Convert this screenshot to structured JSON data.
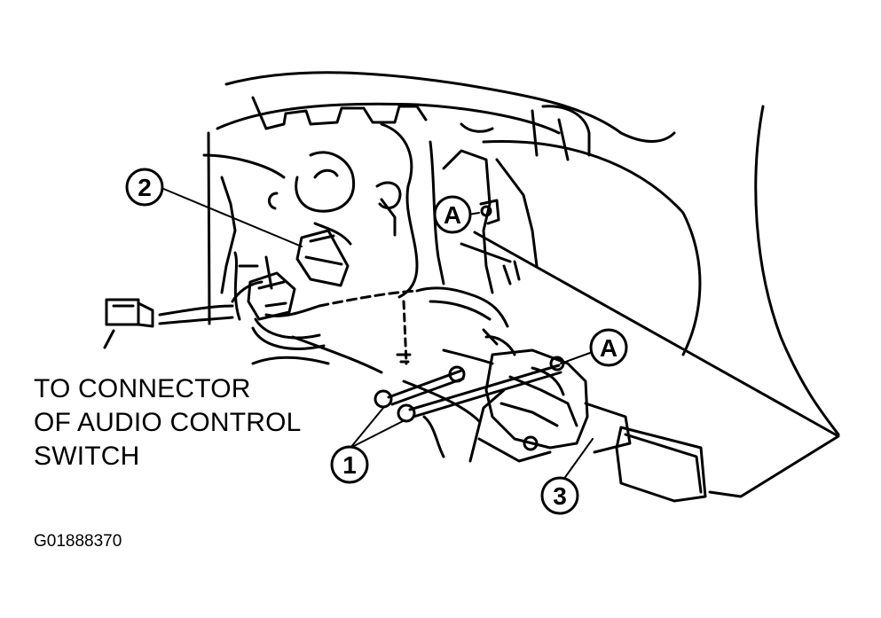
{
  "callouts": {
    "one": "1",
    "two": "2",
    "three": "3",
    "a_upper": "A",
    "a_lower": "A"
  },
  "caption": {
    "line1": "TO CONNECTOR",
    "line2": "OF AUDIO CONTROL",
    "line3": "SWITCH"
  },
  "figure_id": "G01888370",
  "colors": {
    "ink": "#000000",
    "paper": "#ffffff"
  }
}
